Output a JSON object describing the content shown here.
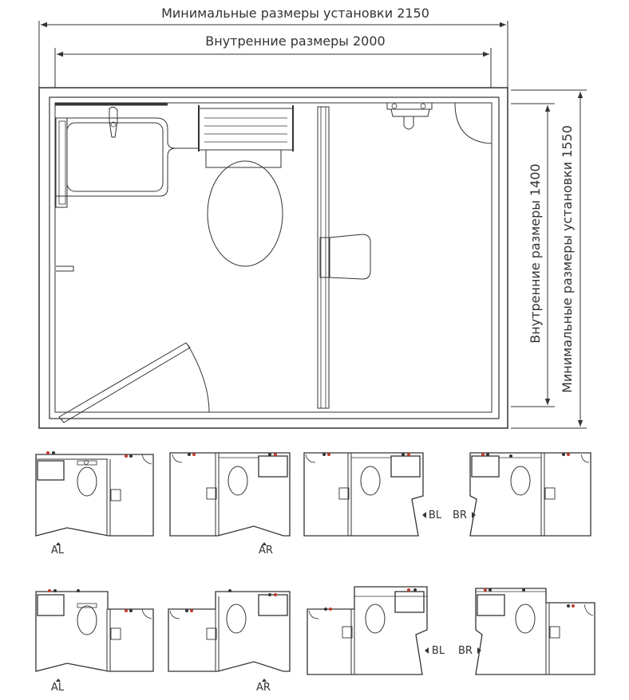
{
  "dimensions": {
    "install_width": "Минимальные размеры установки 2150",
    "inner_width": "Внутренние размеры 2000",
    "inner_depth": "Внутренние размеры 1400",
    "install_depth": "Минимальные размеры установки 1550"
  },
  "variants": {
    "row1": [
      "AL",
      "AR",
      "BL",
      "BR"
    ],
    "row2": [
      "AL",
      "AR",
      "BL",
      "BR"
    ]
  },
  "colors": {
    "line": "#333333",
    "fixture_mark": "#c0392b"
  }
}
